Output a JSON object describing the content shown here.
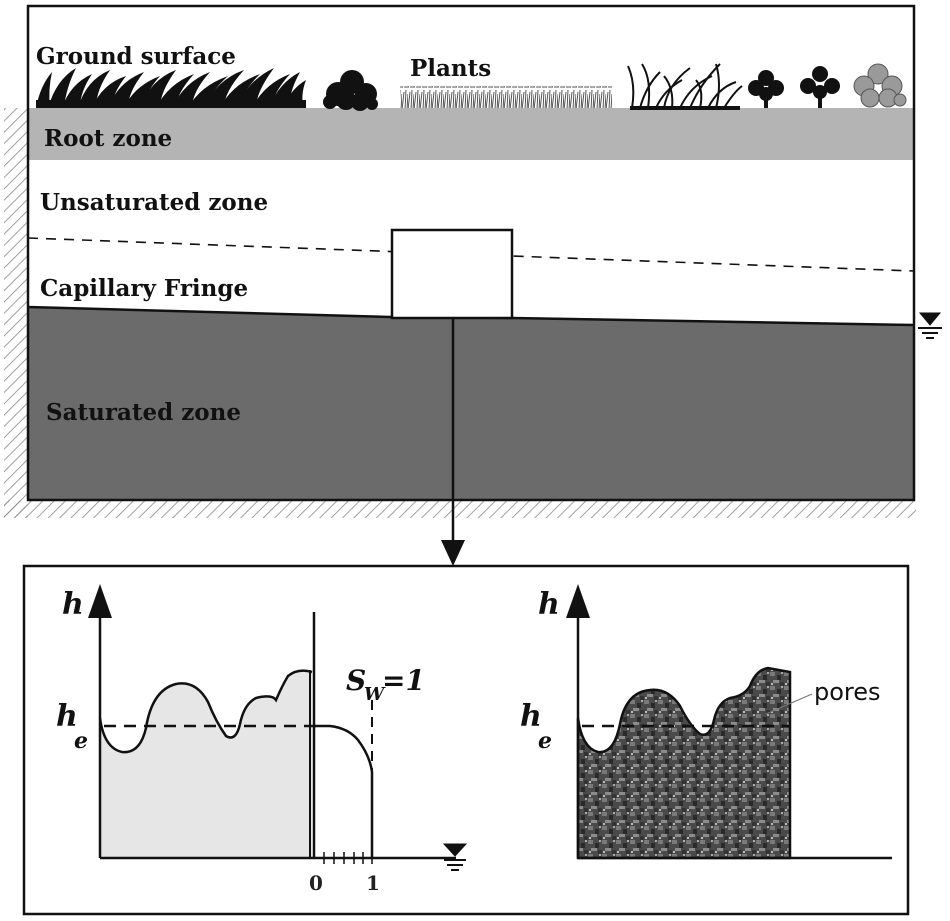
{
  "top_panel": {
    "ground_surface": "Ground surface",
    "plants": "Plants",
    "root_zone": "Root zone",
    "unsaturated_zone": "Unsaturated zone",
    "capillary_fringe": "Capillary Fringe",
    "saturated_zone": "Saturated zone"
  },
  "bottom_left": {
    "h_axis": "h",
    "he_base": "h",
    "he_sub": "e",
    "sw_base": "S",
    "sw_sub": "W",
    "sw_value": "=1",
    "tick_zero": "0",
    "tick_one": "1"
  },
  "bottom_right": {
    "h_axis": "h",
    "he_base": "h",
    "he_sub": "e",
    "pores_label": "pores"
  },
  "colors": {
    "root_zone": "#b4b4b4",
    "saturated_zone": "#6b6b6b",
    "fill_light": "#e6e6e6",
    "ink": "#111111"
  }
}
